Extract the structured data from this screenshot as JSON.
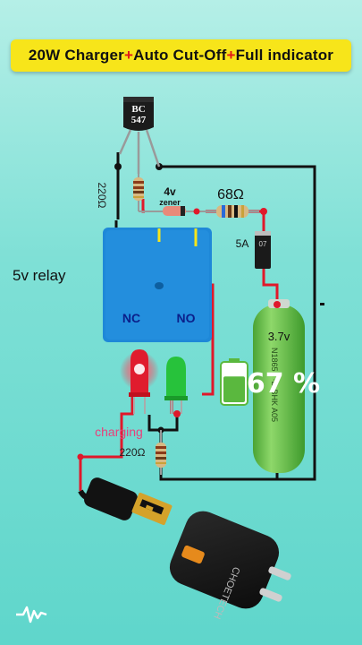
{
  "title": {
    "part1": "20W Charger",
    "plus1": "+",
    "part2": "Auto Cut-Off",
    "plus2": "+",
    "part3": "Full indicator"
  },
  "transistor": {
    "line1": "BC",
    "line2": "547"
  },
  "labels": {
    "r_base": "220Ω",
    "zener_value": "4v",
    "zener_name": "zener",
    "r_series": "68Ω",
    "diode_rating": "5A",
    "diode_mark": "07",
    "relay": "5v relay",
    "nc": "NC",
    "no": "NO",
    "charging": "charging",
    "r_led": "220Ω"
  },
  "battery": {
    "voltage": "3.7v",
    "print": "N1865 · ·D BHK A05",
    "percent": "67 %",
    "level": 0.67
  },
  "charger": {
    "brand": "CHOETECH"
  },
  "colors": {
    "accent": "#f7e51a",
    "wire_red": "#e0182a",
    "wire_black": "#111111",
    "relay_blue": "#1e88d8",
    "battery_green": "#6cc24a",
    "charging_pink": "#e8407a"
  },
  "icons": [
    "battery-level-icon",
    "usb-plug-icon",
    "wall-charger-icon",
    "signature-logo-icon"
  ]
}
